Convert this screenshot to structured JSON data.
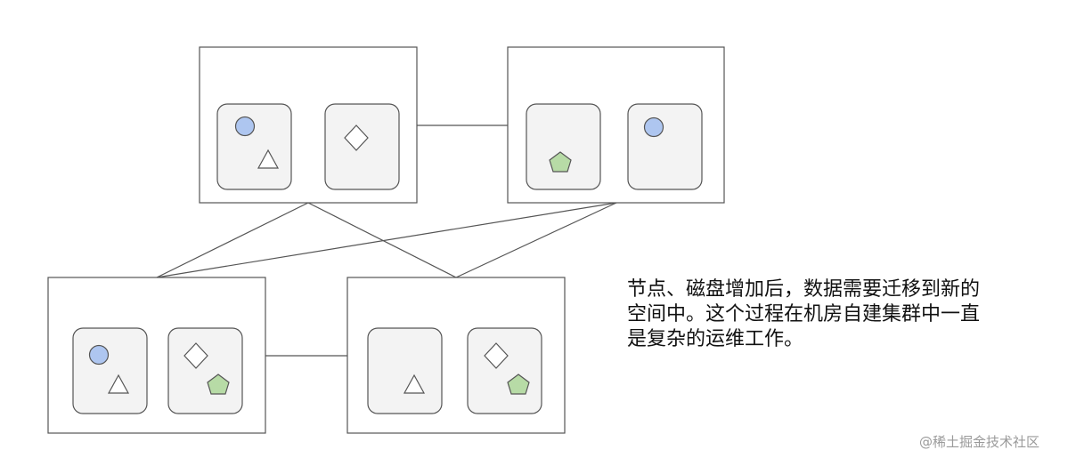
{
  "caption": "节点、磁盘增加后，数据需要迁移到新的\n空间中。这个过程在机房自建集群中一直\n是复杂的运维工作。",
  "watermark": "@稀土掘金技术社区",
  "colors": {
    "circle": "#aec6f0",
    "pentagon": "#b7dba6",
    "disk_fill": "#f3f3f3",
    "stroke": "#555555"
  },
  "nodes": [
    {
      "disks": [
        [
          "circle",
          "triangle"
        ],
        [
          "diamond"
        ]
      ]
    },
    {
      "disks": [
        [
          "pentagon"
        ],
        [
          "circle"
        ]
      ]
    },
    {
      "disks": [
        [
          "circle",
          "triangle"
        ],
        [
          "diamond",
          "pentagon"
        ]
      ]
    },
    {
      "disks": [
        [
          "triangle"
        ],
        [
          "diamond",
          "pentagon"
        ]
      ]
    }
  ]
}
